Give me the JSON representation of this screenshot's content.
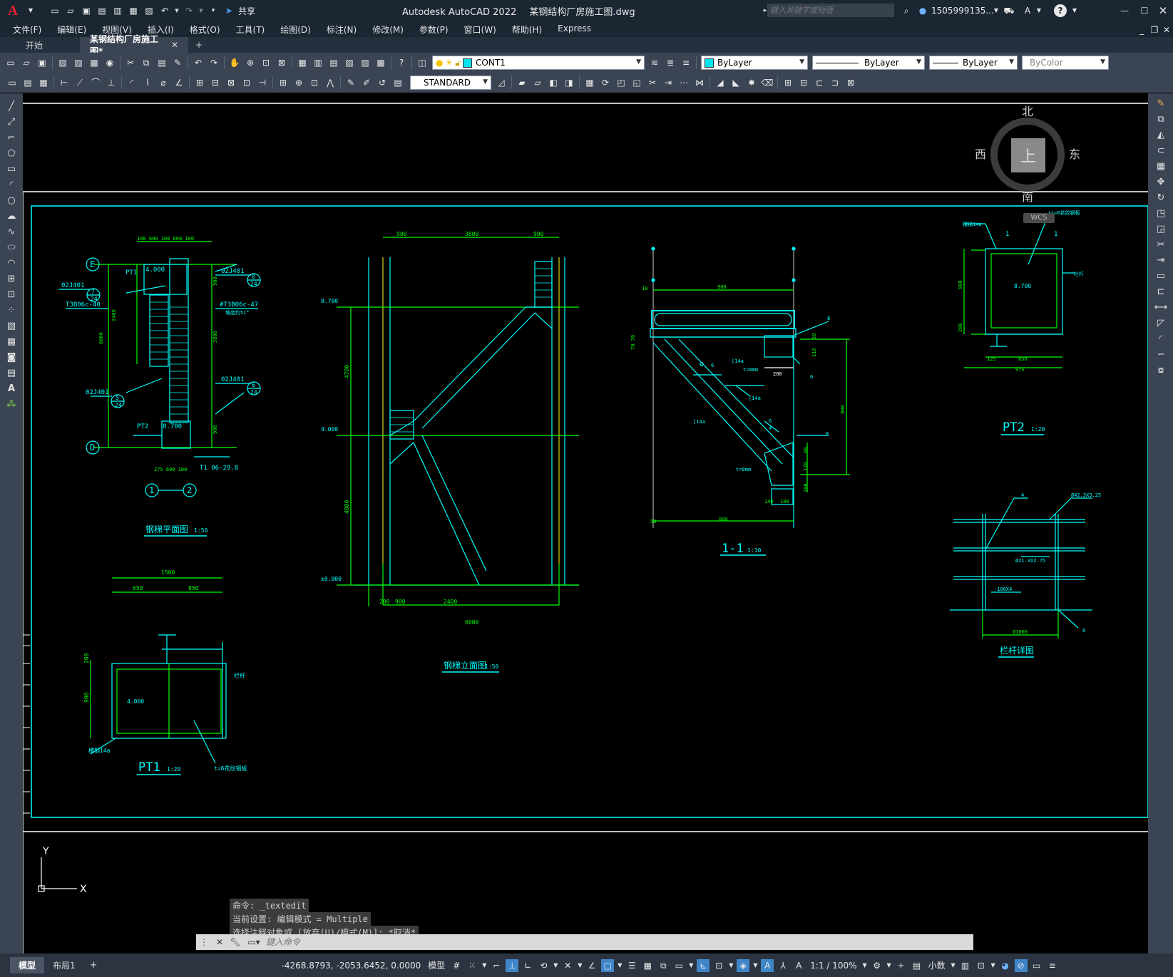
{
  "app": {
    "logo": "A",
    "title": "Autodesk AutoCAD 2022",
    "filename": "某钢结构厂房施工图.dwg",
    "share_label": "共享",
    "search_placeholder": "键入关键字或短语",
    "user": "1505999135...",
    "help_icon": "question-icon"
  },
  "menu": [
    "文件(F)",
    "编辑(E)",
    "视图(V)",
    "插入(I)",
    "格式(O)",
    "工具(T)",
    "绘图(D)",
    "标注(N)",
    "修改(M)",
    "参数(P)",
    "窗口(W)",
    "帮助(H)",
    "Express"
  ],
  "tabs": {
    "start": "开始",
    "doc": "某钢结构厂房施工图*",
    "close": "✕",
    "add": "+"
  },
  "toolbar": {
    "layer": "CONT1",
    "color": "ByLayer",
    "linetype": "ByLayer",
    "lineweight": "ByLayer",
    "plotstyle": "ByColor",
    "textstyle": "STANDARD"
  },
  "viewcube": {
    "north": "北",
    "south": "南",
    "east": "东",
    "west": "西",
    "face": "上",
    "wcs": "WCS"
  },
  "ucs": {
    "x": "X",
    "y": "Y"
  },
  "drawing": {
    "titles": {
      "plan": "钢梯平面图",
      "plan_scale": "1:50",
      "elev": "钢梯立面图",
      "elev_scale": "1:50",
      "sec": "1-1",
      "sec_scale": "1:10",
      "pt2": "PT2",
      "pt2_scale": "1:20",
      "pt1": "PT1",
      "pt1_scale": "1:20",
      "rail": "栏杆详图"
    },
    "plan": {
      "axis_e": "E",
      "axis_d": "D",
      "axis_1": "1",
      "axis_2": "2",
      "ref_02j401": "02J401",
      "ref_8": "8",
      "ref_24": "24",
      "ref_7": "7",
      "ref_6": "6",
      "ref_5": "5",
      "label_pt1": "PT1",
      "label_pt2": "PT2",
      "elev_4000": "4.000",
      "elev_8700": "8.700",
      "t3806": "T3B06c-40",
      "t3806b": "#T3B06c-47",
      "t3806c": "坡度约51°",
      "t1": "T1 06-29.8",
      "dim_top": "100 600 100 600 100",
      "dim_bot": "275  600  100",
      "dim_2400": "2400",
      "dim_6000": "6000",
      "dim_3800": "3800",
      "dim_900": "900"
    },
    "elev": {
      "e8700": "8.700",
      "e4000": "4.000",
      "e0000": "±0.000",
      "d900a": "900",
      "d3800": "3800",
      "d900b": "900",
      "d4700": "4700",
      "d4000": "4000",
      "d200": "200",
      "d900c": "900",
      "d2400": "2400",
      "d6000": "6000"
    },
    "sec": {
      "d900": "900",
      "d10": "10",
      "d70": "70 70",
      "c14a": "[14a",
      "t8": "t=8mm",
      "d200": "200",
      "d6": "6",
      "d8": "8",
      "d110": "110",
      "d50": "50",
      "d900v": "900",
      "d80": "80",
      "d170": "170",
      "d100": "100",
      "d140": "140",
      "d100b": "100",
      "d860": "860",
      "d50b": "50",
      "d4": "4"
    },
    "pt2": {
      "c14a": "槽钢14a",
      "plate": "t=6花纹钢板",
      "rail": "栏杆",
      "e8700": "8.700",
      "d900": "900",
      "d200": "200",
      "d125": "125",
      "d850": "850",
      "d975": "975",
      "m1": "1",
      "m2": "1"
    },
    "pt1": {
      "d1500": "1500",
      "d650": "650",
      "d850": "850",
      "d200": "200",
      "d900": "900",
      "e4000": "4.000",
      "c14a": "槽钢14a",
      "plate": "t=6花纹钢板",
      "rail": "栏杆"
    },
    "railing": {
      "pipe1": "Ø42.3X3.25",
      "pipe2": "Ø21.3X2.75",
      "flat": "-100X4",
      "d1000": "Ø1000",
      "d4": "4",
      "d6": "6"
    }
  },
  "command": {
    "history": [
      "命令: _textedit",
      "当前设置: 编辑模式 = Multiple",
      "选择注释对象或 [放弃(U)/模式(M)]: *取消*"
    ],
    "placeholder": "键入命令"
  },
  "status": {
    "tab_model": "模型",
    "tab_layout": "布局1",
    "add": "+",
    "coords": "-4268.8793, -2053.6452, 0.0000",
    "space": "模型",
    "scale": "1:1 / 100%",
    "units": "小数"
  },
  "colors": {
    "cyan": "#00ffff",
    "green": "#00ff00",
    "yellow": "#ffff00",
    "white": "#ffffff",
    "bg": "#000000",
    "ui": "#3b4453"
  }
}
